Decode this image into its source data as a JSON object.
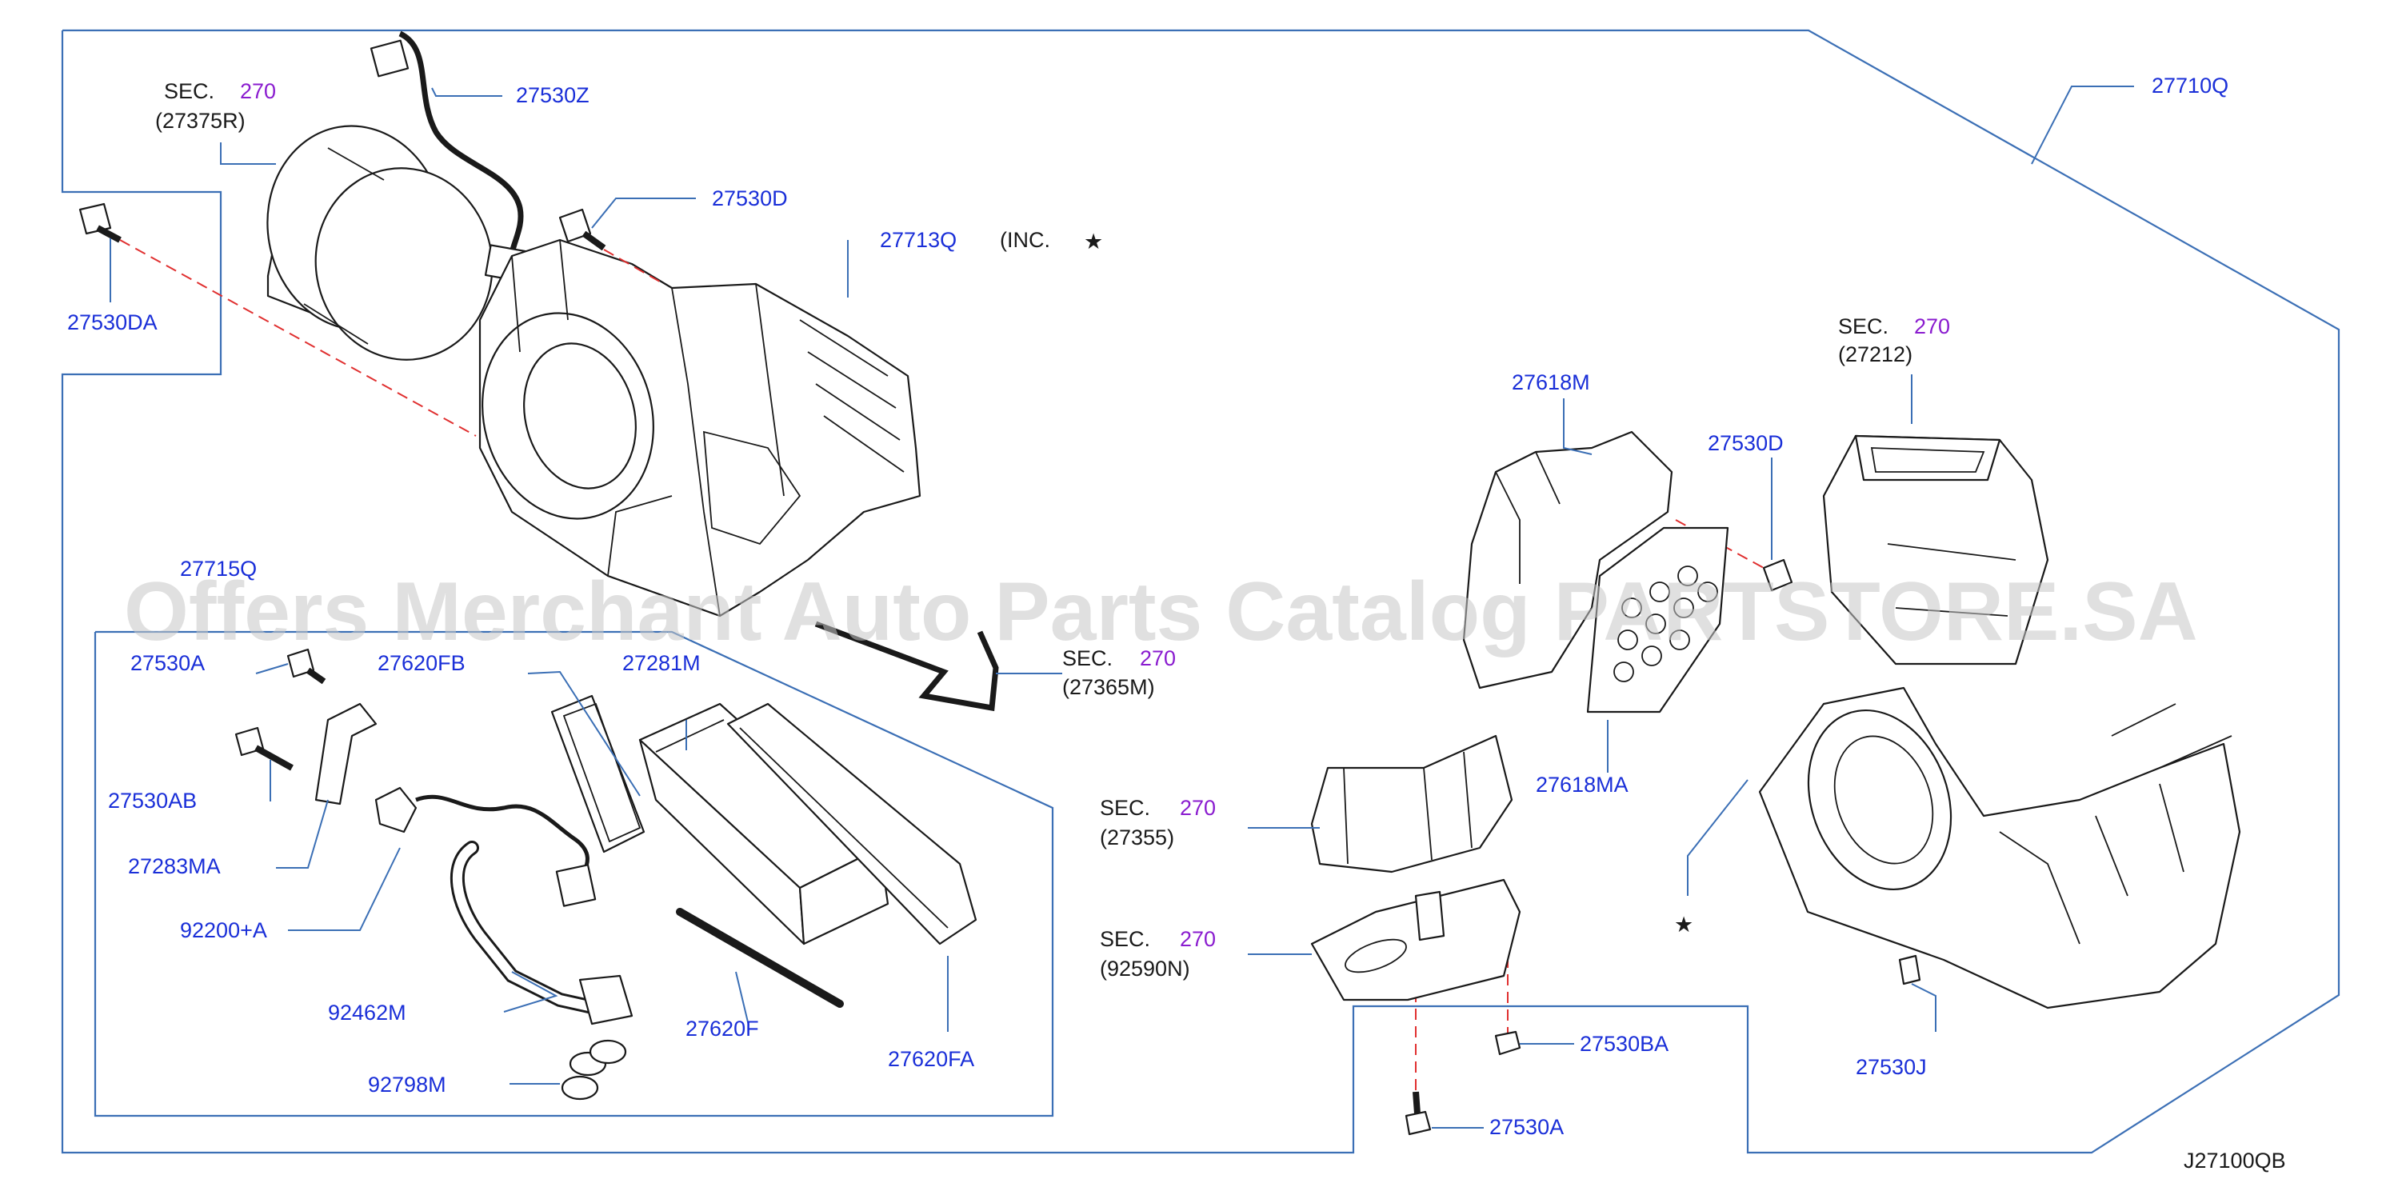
{
  "watermark": "Offers Merchant Auto Parts Catalog PARTSTORE.SA",
  "diagram_code": "J27100QB",
  "sec_prefix": "SEC.",
  "sec_number": "270",
  "inc_text": "(INC.",
  "star_symbol": "★",
  "colors": {
    "label": "#1a2fd8",
    "sec_number": "#8a1ccf",
    "frame": "#3b6fb5",
    "hidden_line": "#e03030"
  },
  "sections": {
    "s27375R": "(27375R)",
    "s27212": "(27212)",
    "s27365M": "(27365M)",
    "s27355": "(27355)",
    "s92590N": "(92590N)"
  },
  "parts": {
    "p27530Z": "27530Z",
    "p27530D_top": "27530D",
    "p27713Q": "27713Q",
    "p27530DA": "27530DA",
    "p27710Q": "27710Q",
    "p27618M": "27618M",
    "p27530D_right": "27530D",
    "p27715Q": "27715Q",
    "p27530A_left": "27530A",
    "p27620FB": "27620FB",
    "p27281M": "27281M",
    "p27530AB": "27530AB",
    "p27283MA": "27283MA",
    "p92200A": "92200+A",
    "p92462M": "92462M",
    "p92798M": "92798M",
    "p27620F": "27620F",
    "p27620FA": "27620FA",
    "p27618MA": "27618MA",
    "p27530BA": "27530BA",
    "p27530A_bottom": "27530A",
    "p27530J": "27530J"
  }
}
